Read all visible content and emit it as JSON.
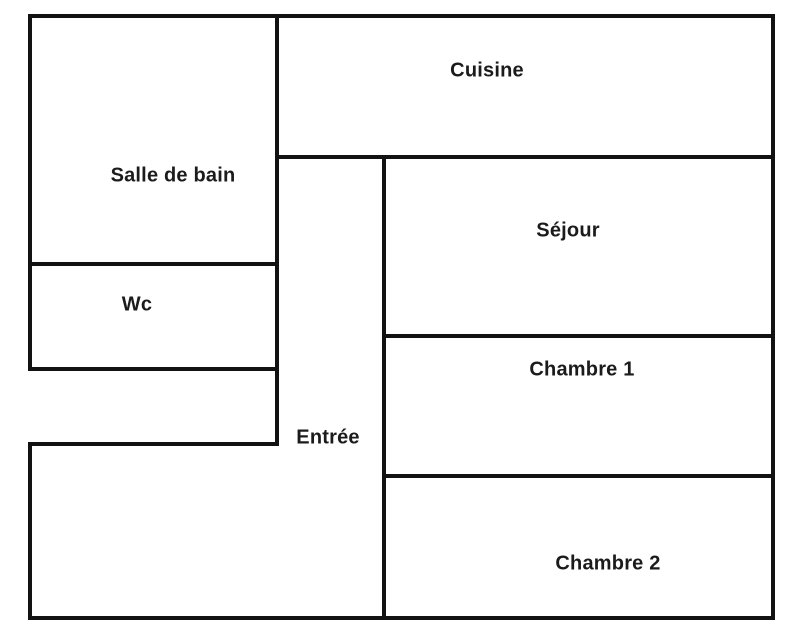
{
  "colors": {
    "background": "#ffffff",
    "wall": "#121212",
    "text": "#1b1b1b"
  },
  "rooms": {
    "cuisine": {
      "name": "Cuisine"
    },
    "salle_de_bain": {
      "name": "Salle de bain"
    },
    "wc": {
      "name": "Wc"
    },
    "sejour": {
      "name": "Séjour"
    },
    "entree": {
      "name": "Entrée"
    },
    "chambre1": {
      "name": "Chambre 1"
    },
    "chambre2": {
      "name": "Chambre 2"
    }
  }
}
